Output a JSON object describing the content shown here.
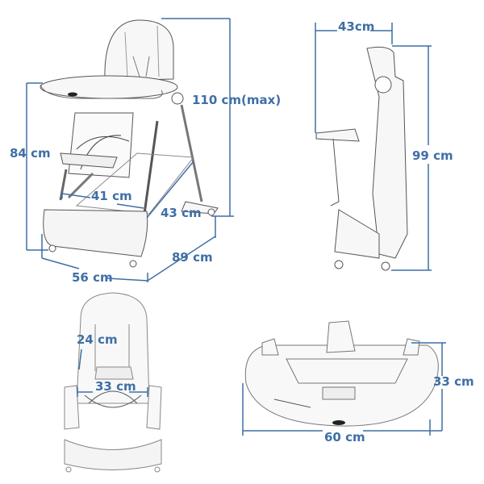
{
  "accent_color": "#3f6fa6",
  "views": {
    "main": {
      "height_max": "110 cm(max)",
      "tray_height": "84 cm",
      "leg_width": "41 cm",
      "leg_depth": "43 cm",
      "depth": "89 cm",
      "width": "56 cm"
    },
    "folded": {
      "depth": "43cm",
      "height": "99 cm"
    },
    "front_seat": {
      "back_height": "24 cm",
      "seat_width": "33 cm"
    },
    "tray": {
      "width": "60 cm",
      "depth": "33 cm"
    }
  }
}
